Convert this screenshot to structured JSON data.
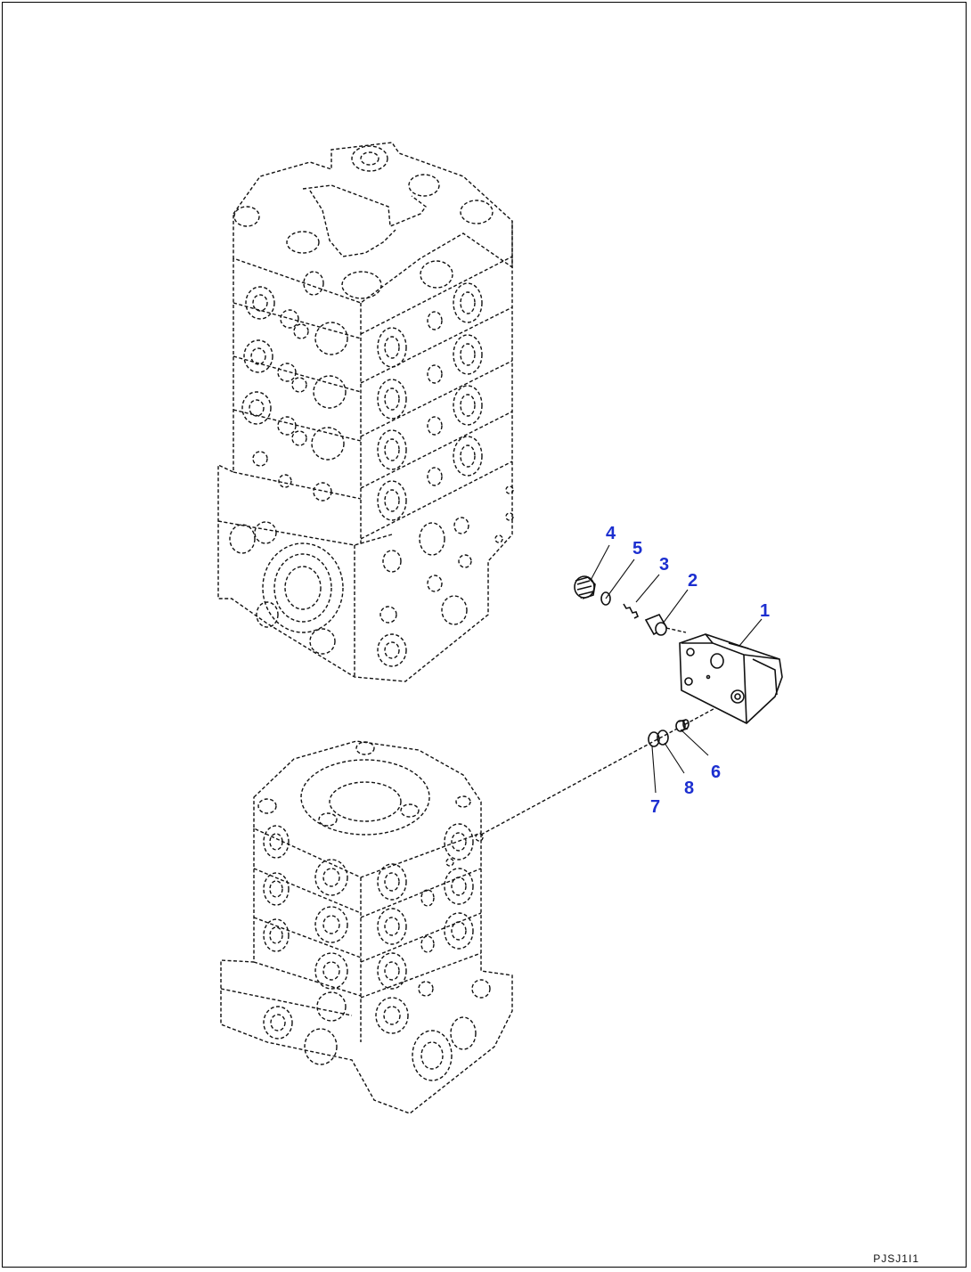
{
  "callouts": {
    "c1": "1",
    "c2": "2",
    "c3": "3",
    "c4": "4",
    "c5": "5",
    "c6": "6",
    "c7": "7",
    "c8": "8"
  },
  "figure_code": "PJSJ1I1",
  "colors": {
    "callout": "#1c2fd0",
    "line": "#111111"
  }
}
